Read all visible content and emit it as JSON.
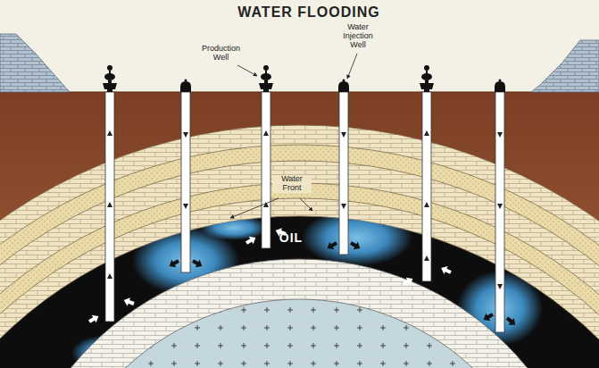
{
  "diagram": {
    "title": "WATER FLOODING",
    "labels": [
      "Production Well",
      "Water Injection Well",
      "Water Front",
      "OIL"
    ]
  }
}
